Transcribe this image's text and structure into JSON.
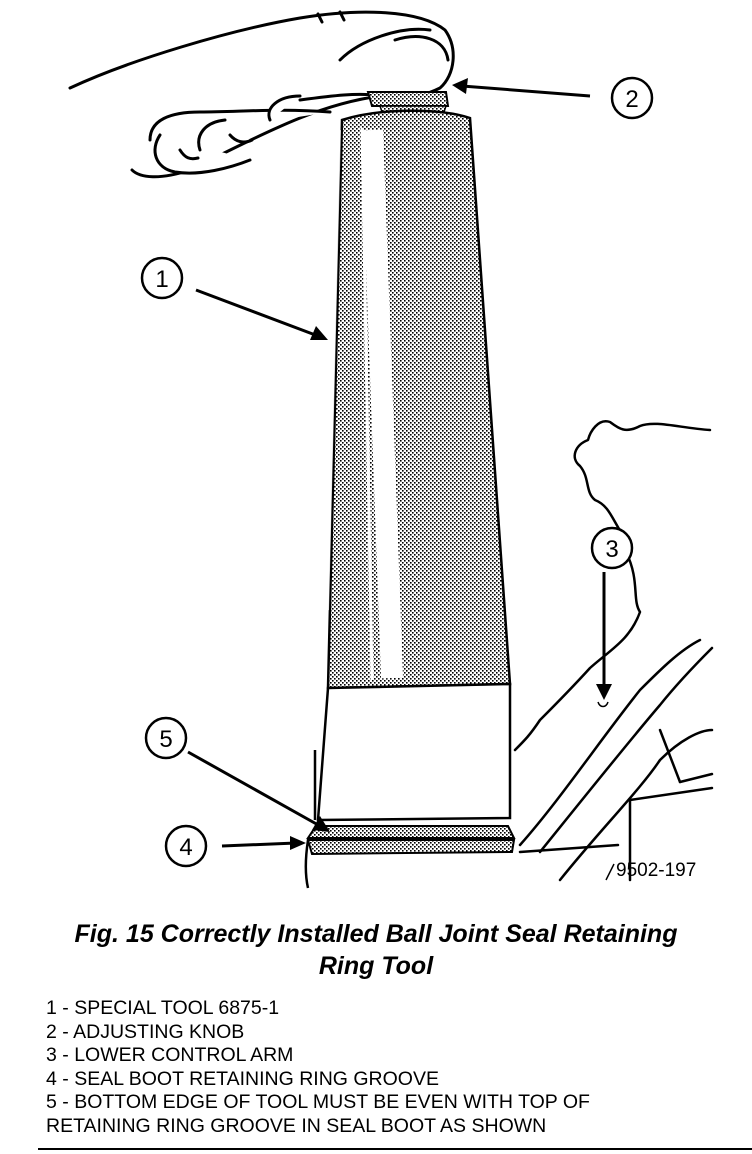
{
  "figure": {
    "caption_line1": "Fig. 15 Correctly Installed Ball Joint Seal Retaining",
    "caption_line2": "Ring Tool",
    "figure_id": "9502-197",
    "callouts": [
      "1",
      "2",
      "3",
      "4",
      "5"
    ]
  },
  "legend": [
    {
      "num": "1",
      "text": "SPECIAL TOOL 6875-1"
    },
    {
      "num": "2",
      "text": "ADJUSTING KNOB"
    },
    {
      "num": "3",
      "text": "LOWER CONTROL ARM"
    },
    {
      "num": "4",
      "text": "SEAL BOOT RETAINING RING GROOVE"
    },
    {
      "num": "5",
      "text": "BOTTOM EDGE OF TOOL MUST BE EVEN WITH TOP OF",
      "cont": "RETAINING RING GROOVE IN SEAL BOOT AS SHOWN"
    }
  ]
}
